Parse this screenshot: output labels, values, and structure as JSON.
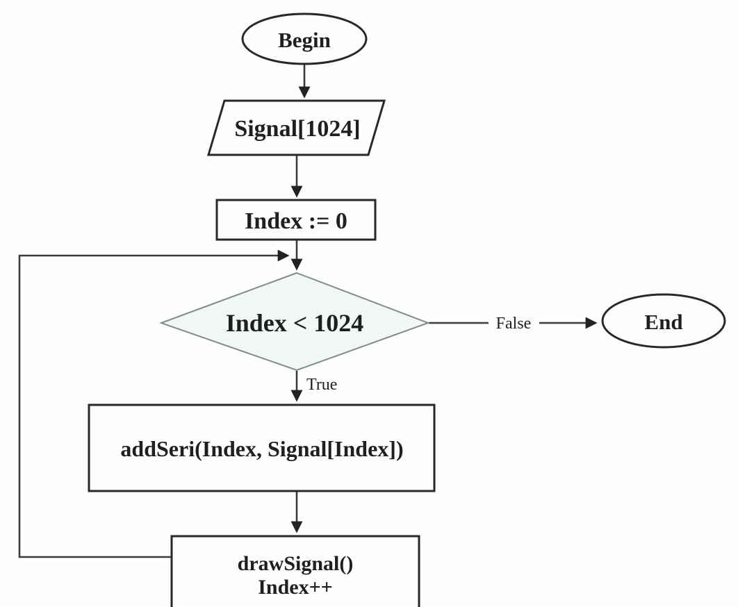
{
  "diagram": {
    "type": "flowchart",
    "nodes": {
      "begin": "Begin",
      "input": "Signal[1024]",
      "init": "Index := 0",
      "decision": "Index < 1024",
      "end": "End",
      "add_seri": "addSeri(Index, Signal[Index])",
      "draw_signal_line1": "drawSignal()",
      "draw_signal_line2": "Index++"
    },
    "edge_labels": {
      "true": "True",
      "false": "False"
    },
    "colors": {
      "background": "#fdfdfd",
      "shape_border": "#282828",
      "connector": "#3b3b3b",
      "decision_border": "#7d8d8d",
      "decision_fill": "#f1f6f6",
      "text": "#1f1f1f"
    }
  }
}
